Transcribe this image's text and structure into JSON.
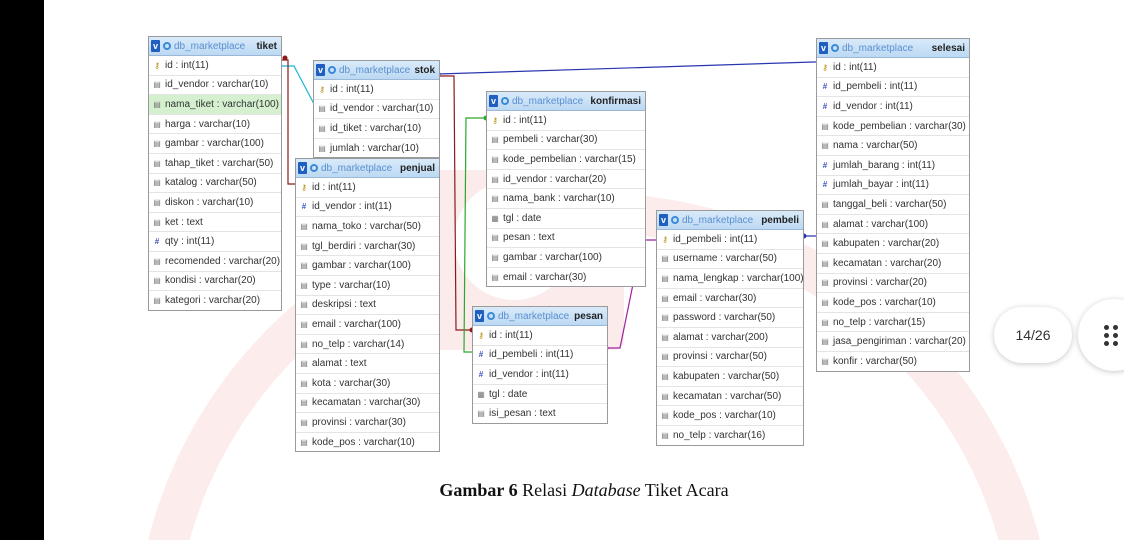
{
  "figure": {
    "caption_bold": "Gambar 6",
    "caption_rest": " Relasi ",
    "caption_italic": "Database",
    "caption_end": " Tiket Acara"
  },
  "viewer": {
    "page_indicator": "14/26"
  },
  "diagram": {
    "db_name": "db_marketplace",
    "tables": {
      "tiket": {
        "name": "tiket",
        "columns": [
          {
            "icon": "key",
            "text": "id : int(11)"
          },
          {
            "icon": "col",
            "text": "id_vendor : varchar(10)"
          },
          {
            "icon": "col",
            "text": "nama_tiket : varchar(100)",
            "highlight": true
          },
          {
            "icon": "col",
            "text": "harga : varchar(10)"
          },
          {
            "icon": "col",
            "text": "gambar : varchar(100)"
          },
          {
            "icon": "col",
            "text": "tahap_tiket : varchar(50)"
          },
          {
            "icon": "col",
            "text": "katalog : varchar(50)"
          },
          {
            "icon": "col",
            "text": "diskon : varchar(10)"
          },
          {
            "icon": "col",
            "text": "ket : text"
          },
          {
            "icon": "idx",
            "text": "qty : int(11)"
          },
          {
            "icon": "col",
            "text": "recomended : varchar(20)"
          },
          {
            "icon": "col",
            "text": "kondisi : varchar(20)"
          },
          {
            "icon": "col",
            "text": "kategori : varchar(20)"
          }
        ]
      },
      "stok": {
        "name": "stok",
        "columns": [
          {
            "icon": "key",
            "text": "id : int(11)"
          },
          {
            "icon": "col",
            "text": "id_vendor : varchar(10)"
          },
          {
            "icon": "col",
            "text": "id_tiket : varchar(10)"
          },
          {
            "icon": "col",
            "text": "jumlah : varchar(10)"
          }
        ]
      },
      "penjual": {
        "name": "penjual",
        "columns": [
          {
            "icon": "key",
            "text": "id : int(11)"
          },
          {
            "icon": "idx",
            "text": "id_vendor : int(11)"
          },
          {
            "icon": "col",
            "text": "nama_toko : varchar(50)"
          },
          {
            "icon": "col",
            "text": "tgl_berdiri : varchar(30)"
          },
          {
            "icon": "col",
            "text": "gambar : varchar(100)"
          },
          {
            "icon": "col",
            "text": "type : varchar(10)"
          },
          {
            "icon": "col",
            "text": "deskripsi : text"
          },
          {
            "icon": "col",
            "text": "email : varchar(100)"
          },
          {
            "icon": "col",
            "text": "no_telp : varchar(14)"
          },
          {
            "icon": "col",
            "text": "alamat : text"
          },
          {
            "icon": "col",
            "text": "kota : varchar(30)"
          },
          {
            "icon": "col",
            "text": "kecamatan : varchar(30)"
          },
          {
            "icon": "col",
            "text": "provinsi : varchar(30)"
          },
          {
            "icon": "col",
            "text": "kode_pos : varchar(10)"
          }
        ]
      },
      "konfirmasi": {
        "name": "konfirmasi",
        "columns": [
          {
            "icon": "key",
            "text": "id : int(11)"
          },
          {
            "icon": "col",
            "text": "pembeli : varchar(30)"
          },
          {
            "icon": "col",
            "text": "kode_pembelian : varchar(15)"
          },
          {
            "icon": "col",
            "text": "id_vendor : varchar(20)"
          },
          {
            "icon": "col",
            "text": "nama_bank : varchar(10)"
          },
          {
            "icon": "date",
            "text": "tgl : date"
          },
          {
            "icon": "col",
            "text": "pesan : text"
          },
          {
            "icon": "col",
            "text": "gambar : varchar(100)"
          },
          {
            "icon": "col",
            "text": "email : varchar(30)"
          }
        ]
      },
      "pesan": {
        "name": "pesan",
        "columns": [
          {
            "icon": "key",
            "text": "id : int(11)"
          },
          {
            "icon": "idx",
            "text": "id_pembeli : int(11)"
          },
          {
            "icon": "idx",
            "text": "id_vendor : int(11)"
          },
          {
            "icon": "date",
            "text": "tgl : date"
          },
          {
            "icon": "col",
            "text": "isi_pesan : text"
          }
        ]
      },
      "pembeli": {
        "name": "pembeli",
        "columns": [
          {
            "icon": "key",
            "text": "id_pembeli : int(11)"
          },
          {
            "icon": "col",
            "text": "username : varchar(50)"
          },
          {
            "icon": "col",
            "text": "nama_lengkap : varchar(100)"
          },
          {
            "icon": "col",
            "text": "email : varchar(30)"
          },
          {
            "icon": "col",
            "text": "password : varchar(50)"
          },
          {
            "icon": "col",
            "text": "alamat : varchar(200)"
          },
          {
            "icon": "col",
            "text": "provinsi : varchar(50)"
          },
          {
            "icon": "col",
            "text": "kabupaten : varchar(50)"
          },
          {
            "icon": "col",
            "text": "kecamatan : varchar(50)"
          },
          {
            "icon": "col",
            "text": "kode_pos : varchar(10)"
          },
          {
            "icon": "col",
            "text": "no_telp : varchar(16)"
          }
        ]
      },
      "selesai": {
        "name": "selesai",
        "columns": [
          {
            "icon": "key",
            "text": "id : int(11)"
          },
          {
            "icon": "idx",
            "text": "id_pembeli : int(11)"
          },
          {
            "icon": "idx",
            "text": "id_vendor : int(11)"
          },
          {
            "icon": "col",
            "text": "kode_pembelian : varchar(30)"
          },
          {
            "icon": "col",
            "text": "nama : varchar(50)"
          },
          {
            "icon": "idx",
            "text": "jumlah_barang : int(11)"
          },
          {
            "icon": "idx",
            "text": "jumlah_bayar : int(11)"
          },
          {
            "icon": "col",
            "text": "tanggal_beli : varchar(50)"
          },
          {
            "icon": "col",
            "text": "alamat : varchar(100)"
          },
          {
            "icon": "col",
            "text": "kabupaten : varchar(20)"
          },
          {
            "icon": "col",
            "text": "kecamatan : varchar(20)"
          },
          {
            "icon": "col",
            "text": "provinsi : varchar(20)"
          },
          {
            "icon": "col",
            "text": "kode_pos : varchar(10)"
          },
          {
            "icon": "col",
            "text": "no_telp : varchar(15)"
          },
          {
            "icon": "col",
            "text": "jasa_pengiriman : varchar(20)"
          },
          {
            "icon": "col",
            "text": "konfir : varchar(50)"
          }
        ]
      }
    },
    "relation_colors": {
      "tiket_stok": "#18b6d6",
      "tiket_penjual": "#8b1a1a",
      "stok_selesai": "#2a36b0",
      "penjual_pesan": "#8b1a1a",
      "pesan_konfirmasi": "#2aa82a",
      "pesan_pembeli": "#a020a0",
      "selesai_pembeli": "#2a36b0"
    }
  }
}
